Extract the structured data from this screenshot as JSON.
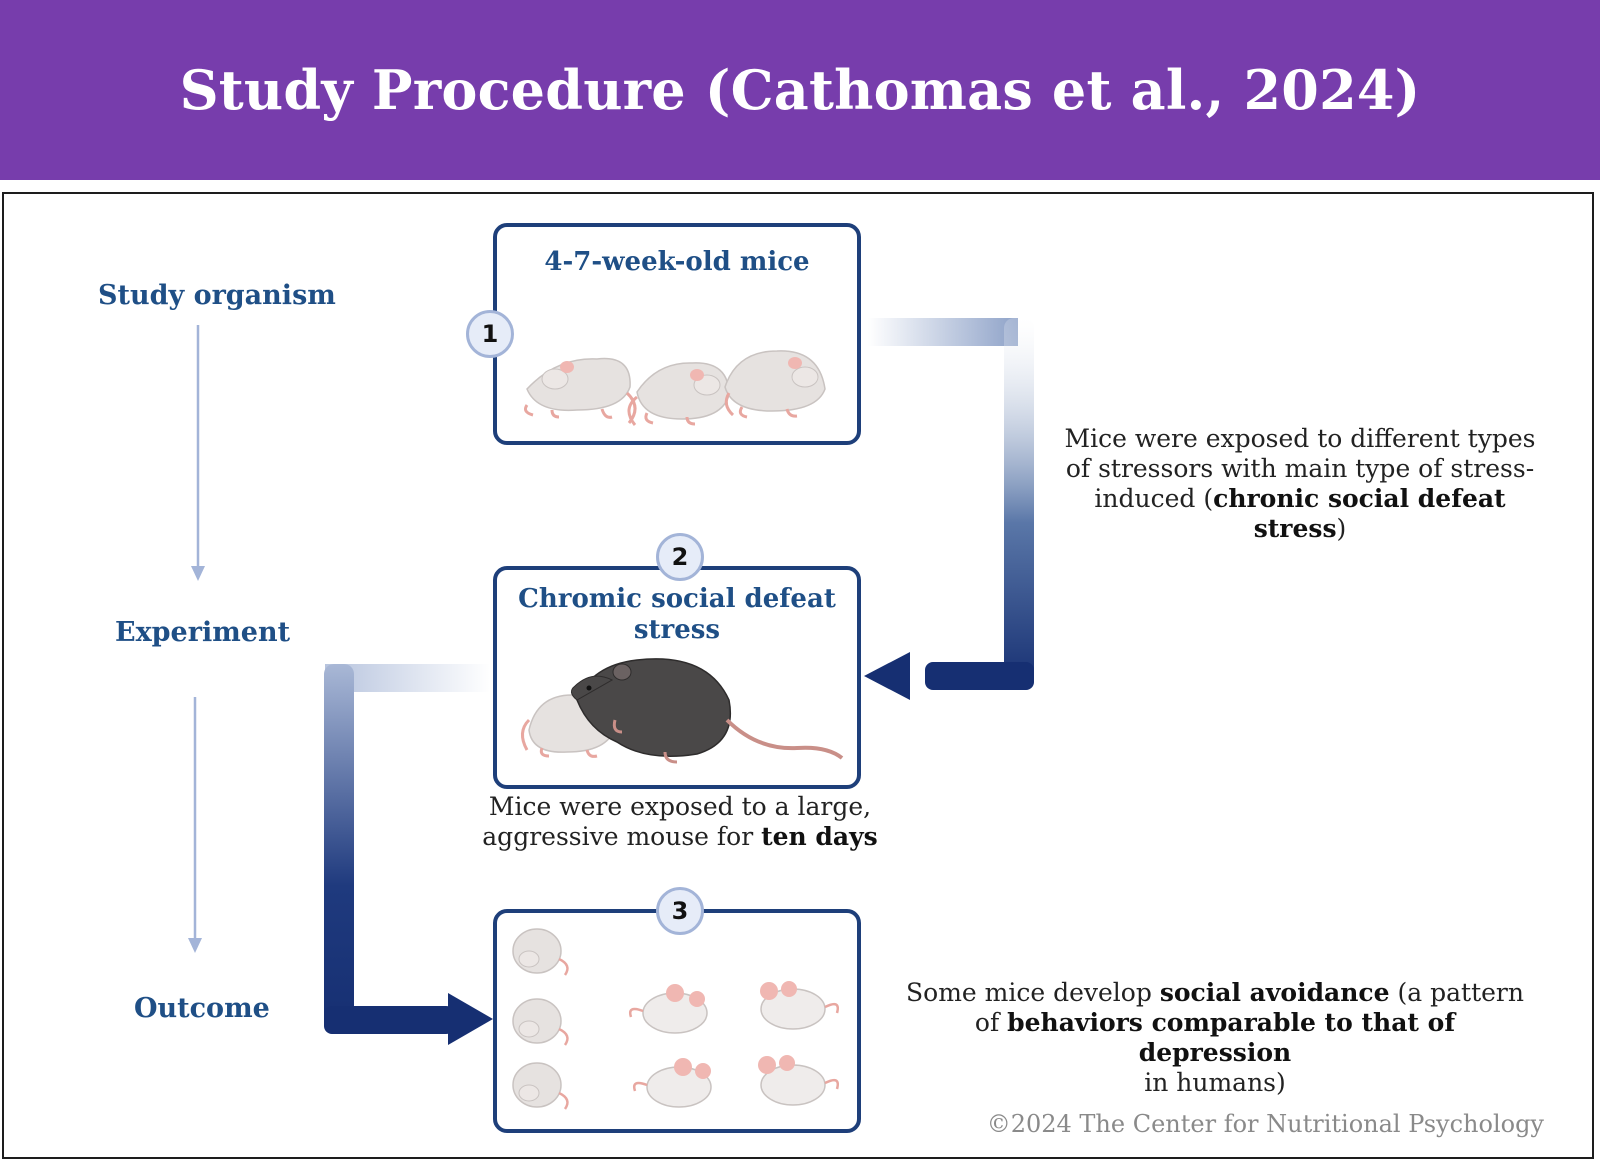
{
  "title": "Study Procedure (Cathomas et al., 2024)",
  "stages": {
    "organism": "Study organism",
    "experiment": "Experiment",
    "outcome": "Outcome"
  },
  "panels": [
    {
      "number": "1",
      "title": "4-7-week-old mice"
    },
    {
      "number": "2",
      "title_line1": "Chromic social defeat",
      "title_line2": "stress"
    },
    {
      "number": "3"
    }
  ],
  "notes": {
    "stressors": {
      "line1": "Mice were exposed to different types",
      "line2": "of stressors with main type of stress-",
      "line3_prefix": "induced (",
      "line3_bold": "chronic social defeat stress",
      "line3_suffix": ")"
    },
    "exposure": {
      "line1": "Mice were exposed to a large,",
      "line2_prefix": "aggressive mouse for ",
      "line2_bold": "ten days"
    },
    "outcome": {
      "line1_prefix": "Some mice develop ",
      "line1_bold": "social avoidance",
      "line1_suffix": " (a pattern",
      "line2_prefix": "of ",
      "line2_bold": "behaviors comparable to that of depression",
      "line3": "in humans)"
    }
  },
  "copyright": "©2024 The Center for Nutritional Psychology",
  "colors": {
    "header": "#773dac",
    "navy": "#1e3f7a",
    "label": "#1f4f86",
    "arrow_dark": "#162f72",
    "timeline": "#a3b4d8"
  }
}
